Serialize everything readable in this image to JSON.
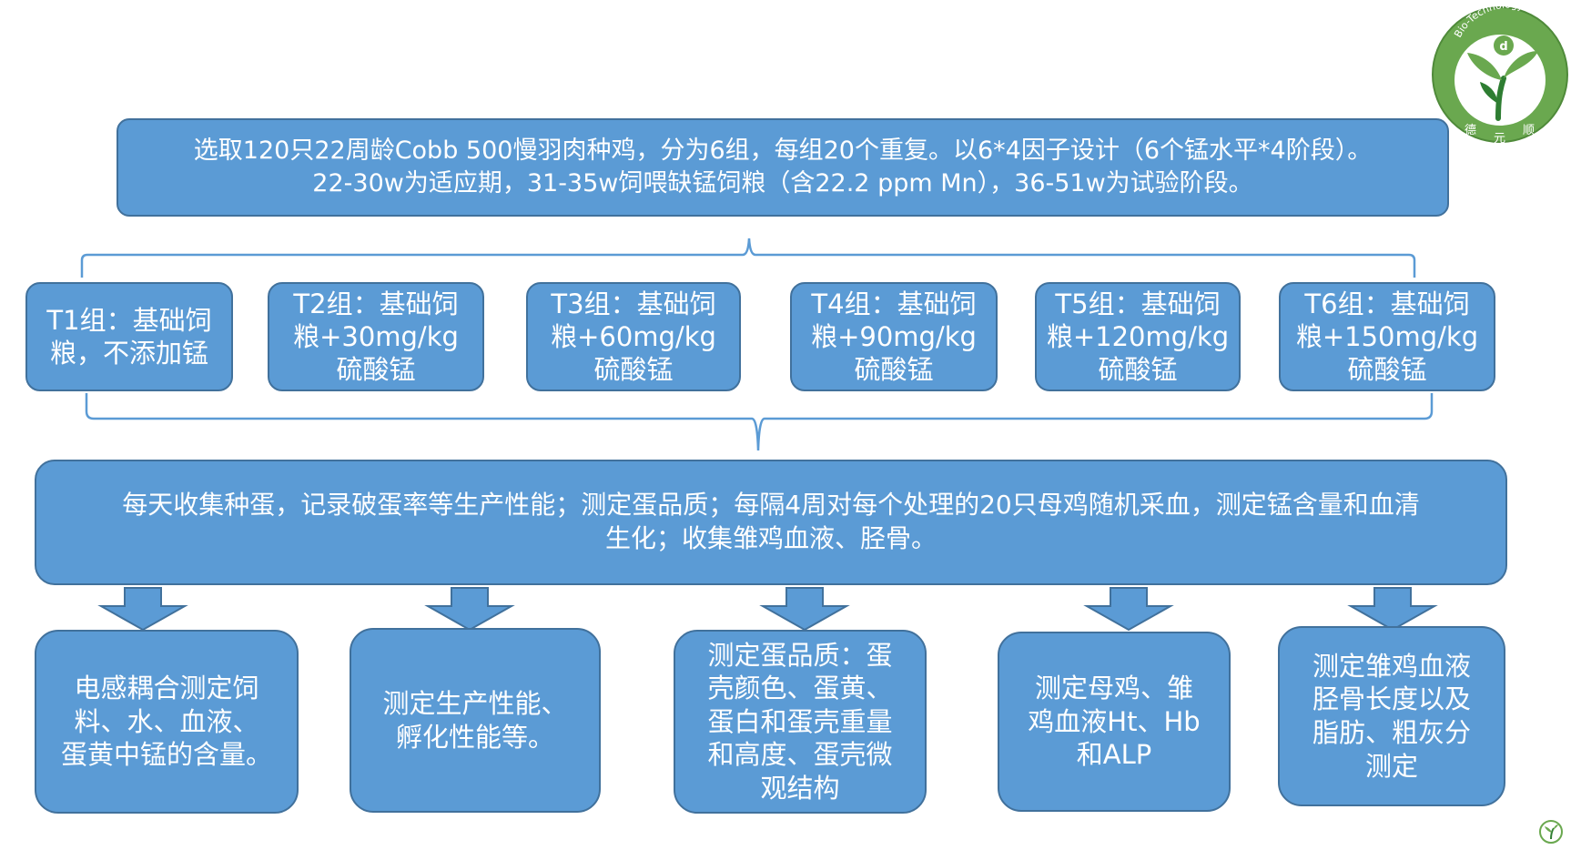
{
  "top_box": {
    "text": "选取120只22周龄Cobb 500慢羽肉种鸡，分为6组，每组20个重复。以6*4因子设计（6个锰水平*4阶段）。\n22-30w为适应期，31-35w饲喂缺锰饲粮（含22.2 ppm Mn），36-51w为试验阶段。"
  },
  "groups": [
    {
      "text": "T1组：基础饲\n粮，不添加锰"
    },
    {
      "text": "T2组：基础饲\n粮+30mg/kg\n硫酸锰"
    },
    {
      "text": "T3组：基础饲\n粮+60mg/kg\n硫酸锰"
    },
    {
      "text": "T4组：基础饲\n粮+90mg/kg\n硫酸锰"
    },
    {
      "text": "T5组：基础饲\n粮+120mg/kg\n硫酸锰"
    },
    {
      "text": "T6组：基础饲\n粮+150mg/kg\n硫酸锰"
    }
  ],
  "middle_box": {
    "text": "每天收集种蛋，记录破蛋率等生产性能；测定蛋品质；每隔4周对每个处理的20只母鸡随机采血，测定锰含量和血清\n生化；收集雏鸡血液、胫骨。"
  },
  "results": [
    {
      "text": "电感耦合测定饲\n料、水、血液、\n蛋黄中锰的含量。"
    },
    {
      "text": "测定生产性能、\n孵化性能等。"
    },
    {
      "text": "测定蛋品质：蛋\n壳颜色、蛋黄、\n蛋白和蛋壳重量\n和高度、蛋壳微\n观结构"
    },
    {
      "text": "测定母鸡、雏\n鸡血液Ht、Hb\n和ALP"
    },
    {
      "text": "测定雏鸡血液\n胫骨长度以及\n脂肪、粗灰分\n测定"
    }
  ],
  "logo": {
    "arc_text": "Bio-Technology",
    "chars": [
      "德",
      "元",
      "顺"
    ],
    "green": "#6aa84f",
    "dark_green": "#2e7d32"
  },
  "colors": {
    "box_fill": "#5b9bd5",
    "box_border": "#41719c",
    "bracket": "#5b9bd5"
  }
}
